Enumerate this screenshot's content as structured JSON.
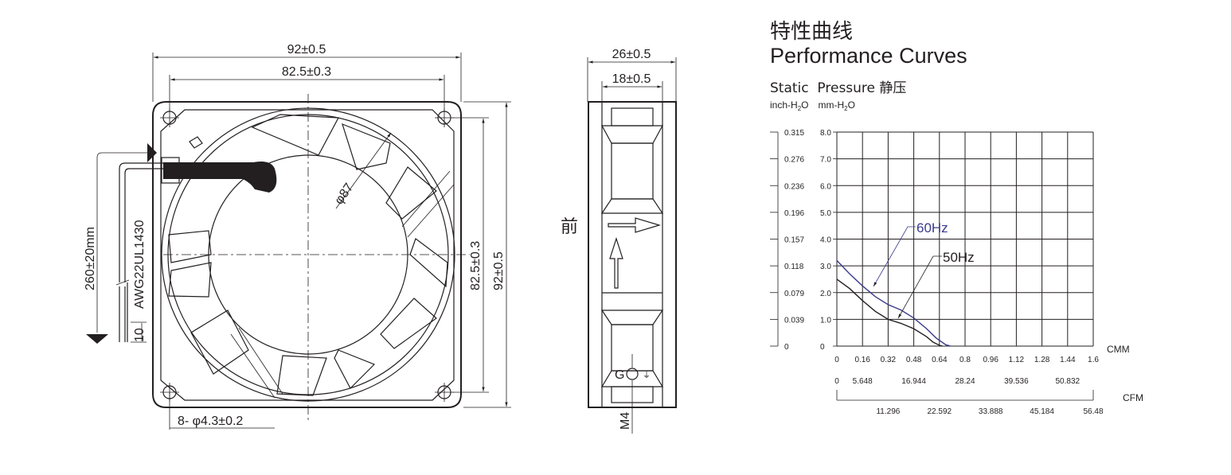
{
  "front_view": {
    "dim_overall_width": "92±0.5",
    "dim_hole_pitch_width": "82.5±0.3",
    "dim_blade_diameter": "φ87",
    "dim_overall_height": "92±0.5",
    "dim_hole_pitch_height": "82.5±0.3",
    "dim_mounting_holes": "8- φ4.3±0.2",
    "lead_wire_label": "AWG22UL1430",
    "lead_length_label": "260±20mm",
    "strip_length_label": "10"
  },
  "side_view": {
    "dim_depth": "26±0.5",
    "dim_depth_inner": "18±0.5",
    "front_label": "前",
    "ground_label": "G",
    "screw_label": "M4"
  },
  "curves": {
    "title_cn": "特性曲线",
    "title_en": "Performance Curves",
    "subtitle": "Static  Pressure 静压",
    "unit_inch": "inch-H",
    "unit_mm": "mm-H",
    "unit_sub": "2",
    "unit_o": "O",
    "inch_ticks": [
      "0.315",
      "0.276",
      "0.236",
      "0.196",
      "0.157",
      "0.118",
      "0.079",
      "0.039",
      "0"
    ],
    "mm_ticks": [
      "8.0",
      "7.0",
      "6.0",
      "5.0",
      "4.0",
      "3.0",
      "2.0",
      "1.0",
      "0"
    ],
    "cmm_ticks": [
      "0",
      "0.16",
      "0.32",
      "0.48",
      "0.64",
      "0.8",
      "0.96",
      "1.12",
      "1.28",
      "1.44",
      "1.6"
    ],
    "cmm_label": "CMM",
    "cfm_ticks_upper": [
      "0",
      "5.648",
      "16.944",
      "28.24",
      "39.536",
      "50.832"
    ],
    "cfm_ticks_lower": [
      "11.296",
      "22.592",
      "33.888",
      "45.184",
      "56.48"
    ],
    "cfm_label": "CFM",
    "label_60hz": "60Hz",
    "label_50hz": "50Hz",
    "color_60hz": "#3a3a8c",
    "color_50hz": "#231f20"
  },
  "chart_data": {
    "type": "line",
    "xlabel": "CMM",
    "ylabel": "",
    "xlim": [
      0,
      1.6
    ],
    "ylim": [
      0,
      8.0
    ],
    "grid": true,
    "series": [
      {
        "name": "60Hz",
        "x": [
          0,
          0.08,
          0.16,
          0.24,
          0.32,
          0.4,
          0.48,
          0.56,
          0.62,
          0.68,
          0.71
        ],
        "y": [
          3.2,
          2.7,
          2.25,
          1.85,
          1.55,
          1.35,
          1.05,
          0.65,
          0.3,
          0.05,
          0
        ]
      },
      {
        "name": "50Hz",
        "x": [
          0,
          0.08,
          0.16,
          0.24,
          0.32,
          0.4,
          0.48,
          0.56,
          0.6,
          0.64,
          0.66
        ],
        "y": [
          2.5,
          2.15,
          1.7,
          1.3,
          1.0,
          0.85,
          0.65,
          0.35,
          0.15,
          0.03,
          0
        ]
      }
    ]
  }
}
